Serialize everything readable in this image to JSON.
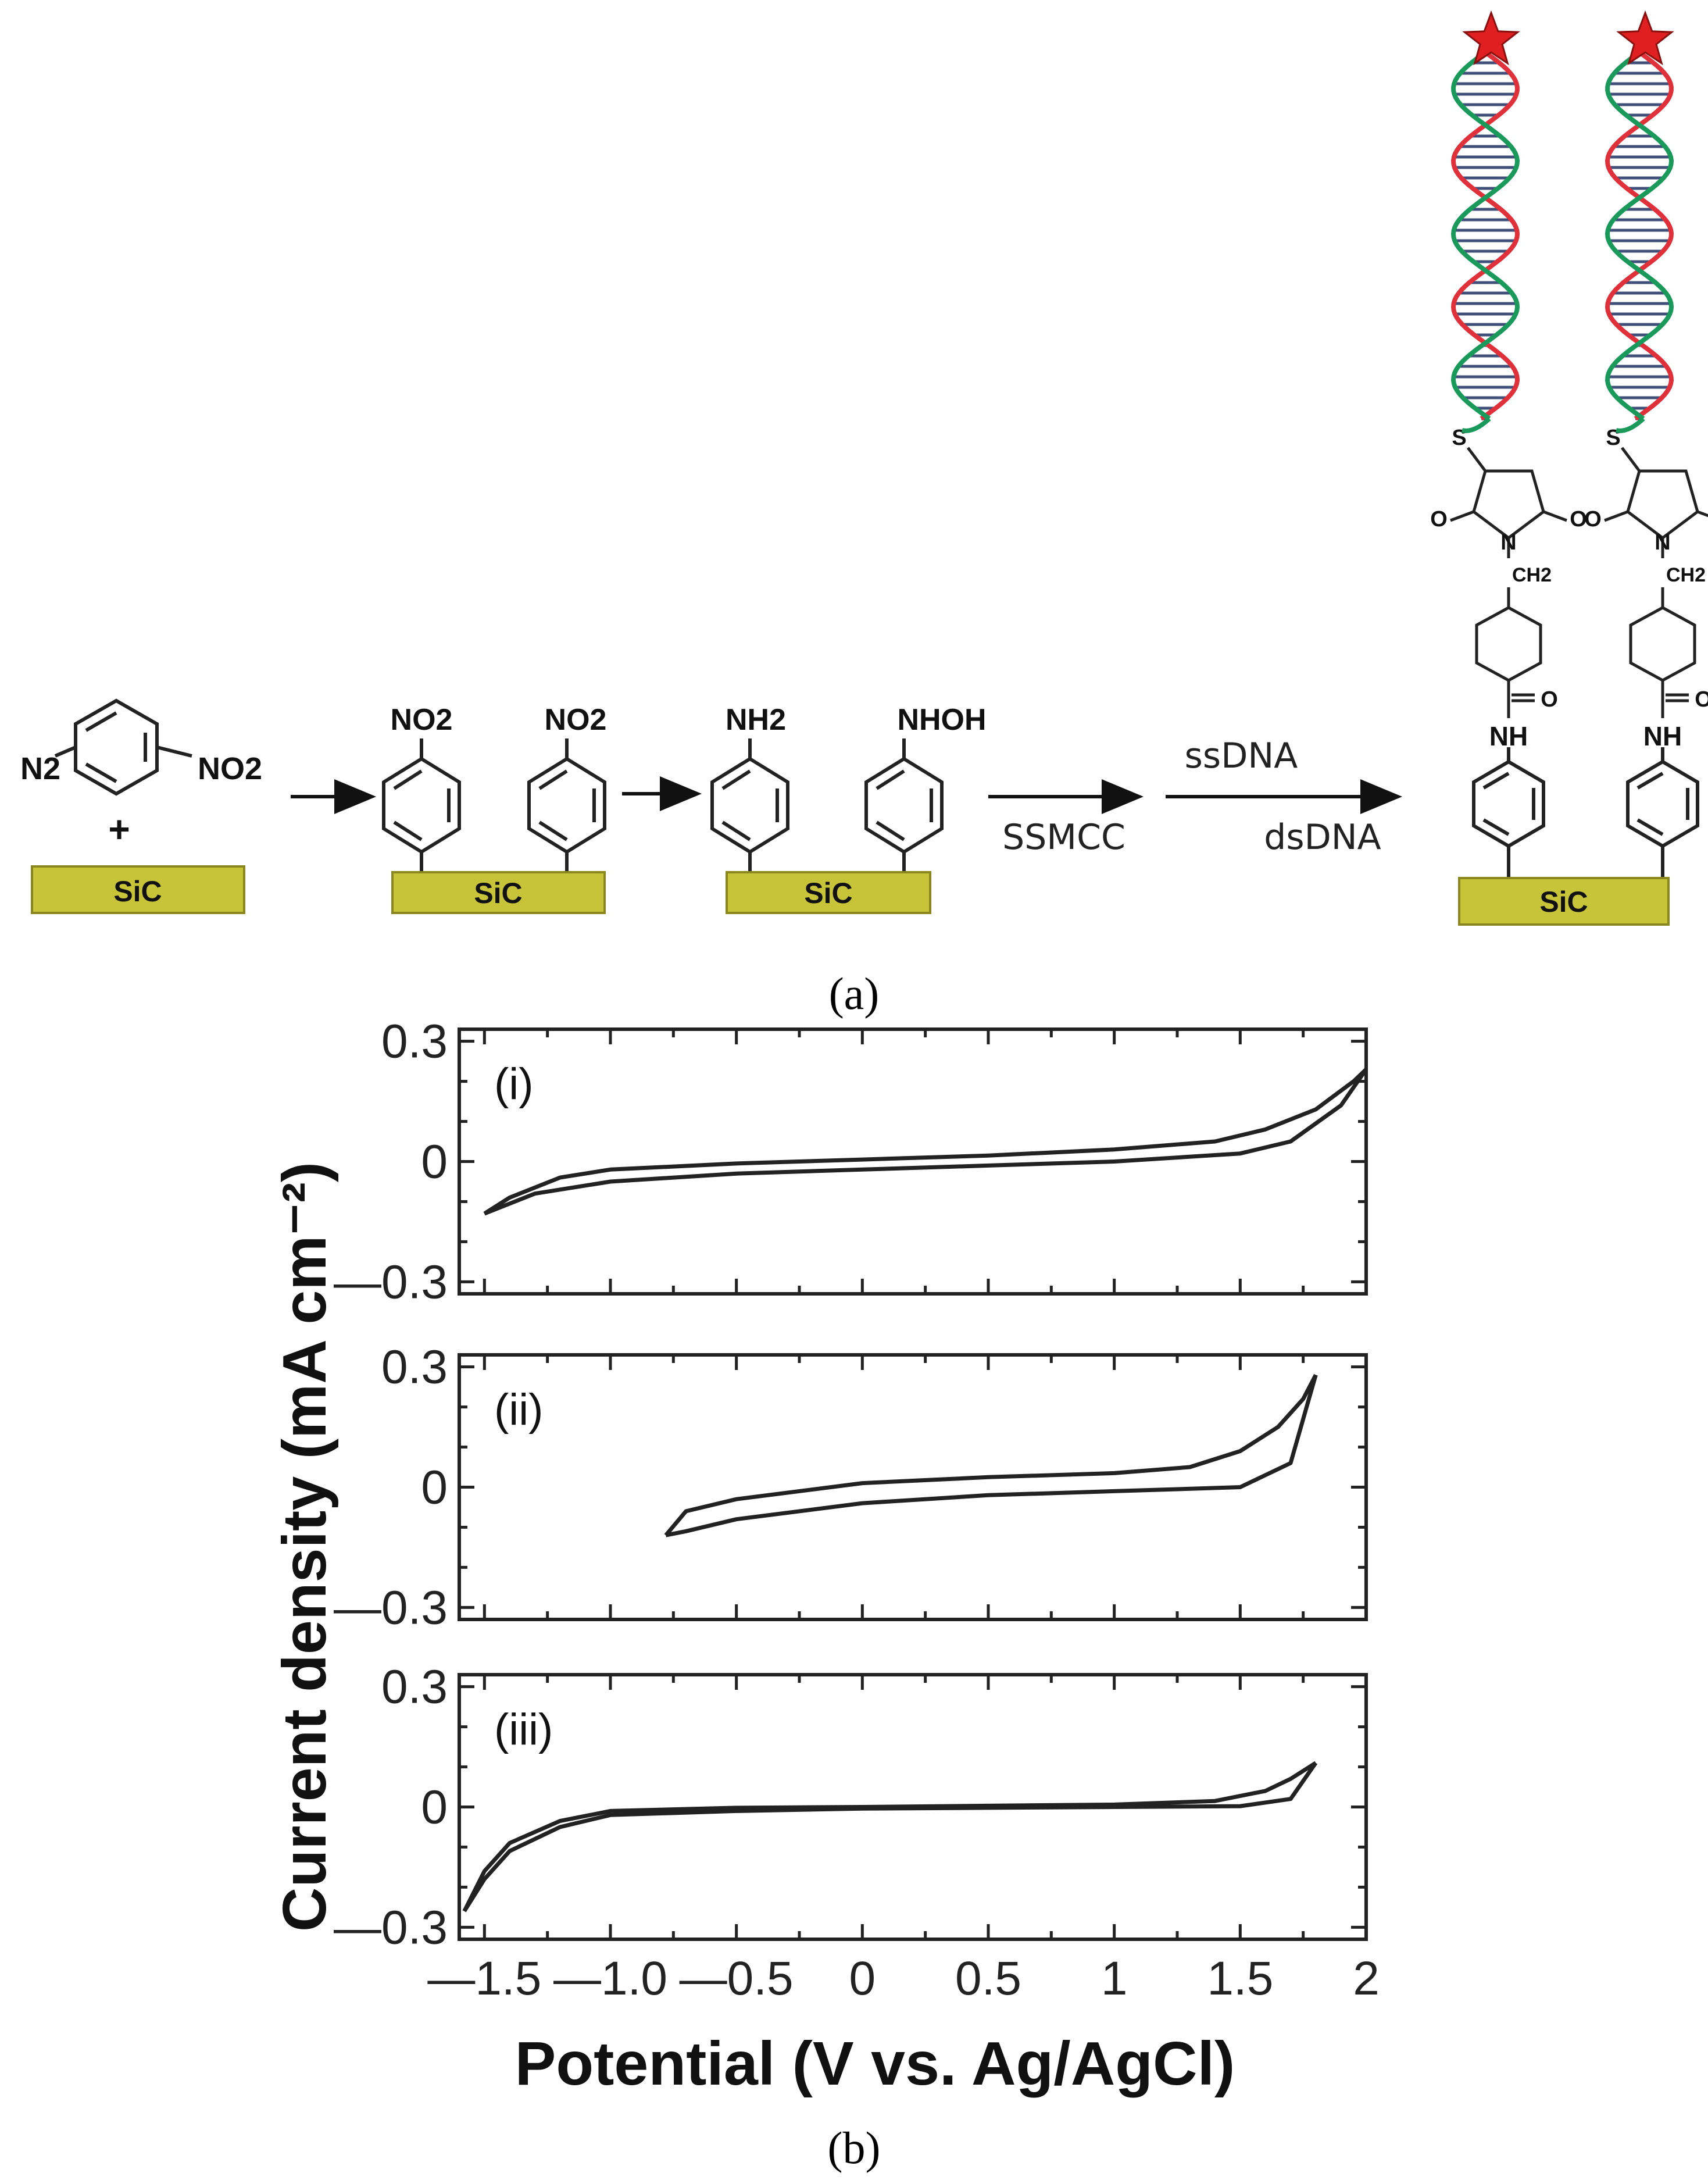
{
  "figure": {
    "panel_a_label": "(a)",
    "panel_b_label": "(b)"
  },
  "scheme": {
    "reagent_diazonium": "N2",
    "reagent_nitro": "NO2",
    "plus": "+",
    "substrate": "SiC",
    "nitro_group": "NO2",
    "amine_group": "NH2",
    "hydroxylamine_group": "NHOH",
    "arrow1_below": "SSMCC",
    "arrow2_above": "ssDNA",
    "arrow2_below": "dsDNA",
    "linker_nh": "NH",
    "linker_s": "S",
    "linker_o": "O",
    "linker_n": "N",
    "linker_ch2": "CH2",
    "colors": {
      "sic": "#c8c43a",
      "sic_edge": "#8a8620",
      "star": "#e02020",
      "strand_red": "#e0303a",
      "strand_green": "#1a9a5a",
      "rung": "#40507a"
    }
  },
  "chart_data": [
    {
      "type": "line",
      "panel": "(i)",
      "ylabel": "Current density (mA cm⁻²)",
      "xlabel": "Potential (V vs. Ag/AgCl)",
      "xlim": [
        -1.6,
        2.0
      ],
      "ylim": [
        -0.33,
        0.33
      ],
      "yticks": [
        "0.3",
        "0",
        "—0.3"
      ],
      "series": [
        {
          "x": [
            -1.5,
            -1.4,
            -1.2,
            -1.0,
            -0.5,
            0,
            0.5,
            1.0,
            1.4,
            1.6,
            1.8,
            1.95,
            2.0
          ],
          "y": [
            -0.13,
            -0.09,
            -0.04,
            -0.02,
            -0.005,
            0.005,
            0.015,
            0.03,
            0.05,
            0.08,
            0.13,
            0.2,
            0.23
          ]
        },
        {
          "x": [
            2.0,
            1.9,
            1.7,
            1.5,
            1.0,
            0.5,
            0,
            -0.5,
            -1.0,
            -1.3,
            -1.5
          ],
          "y": [
            0.23,
            0.14,
            0.05,
            0.02,
            0.0,
            -0.01,
            -0.02,
            -0.03,
            -0.05,
            -0.08,
            -0.13
          ]
        }
      ]
    },
    {
      "type": "line",
      "panel": "(ii)",
      "xlim": [
        -1.6,
        2.0
      ],
      "ylim": [
        -0.33,
        0.33
      ],
      "yticks": [
        "0.3",
        "0",
        "—0.3"
      ],
      "series": [
        {
          "x": [
            -0.78,
            -0.7,
            -0.5,
            0,
            0.5,
            1.0,
            1.3,
            1.5,
            1.65,
            1.75,
            1.8
          ],
          "y": [
            -0.12,
            -0.06,
            -0.03,
            0.01,
            0.025,
            0.035,
            0.05,
            0.09,
            0.15,
            0.22,
            0.28
          ]
        },
        {
          "x": [
            1.8,
            1.7,
            1.5,
            1.0,
            0.5,
            0,
            -0.5,
            -0.7,
            -0.78
          ],
          "y": [
            0.28,
            0.06,
            0.0,
            -0.01,
            -0.02,
            -0.04,
            -0.08,
            -0.11,
            -0.12
          ]
        }
      ]
    },
    {
      "type": "line",
      "panel": "(iii)",
      "xlim": [
        -1.6,
        2.0
      ],
      "ylim": [
        -0.33,
        0.33
      ],
      "yticks": [
        "0.3",
        "0",
        "—0.3"
      ],
      "xticks": [
        "—1.5",
        "—1.0",
        "—0.5",
        "0",
        "0.5",
        "1",
        "1.5",
        "2"
      ],
      "series": [
        {
          "x": [
            -1.58,
            -1.5,
            -1.4,
            -1.2,
            -1.0,
            -0.5,
            0,
            0.5,
            1.0,
            1.4,
            1.6,
            1.7,
            1.8
          ],
          "y": [
            -0.26,
            -0.16,
            -0.09,
            -0.035,
            -0.01,
            -0.002,
            0.0,
            0.003,
            0.006,
            0.015,
            0.04,
            0.07,
            0.11
          ]
        },
        {
          "x": [
            1.8,
            1.7,
            1.5,
            1.0,
            0.5,
            0,
            -0.5,
            -1.0,
            -1.2,
            -1.4,
            -1.5,
            -1.58
          ],
          "y": [
            0.11,
            0.02,
            0.002,
            0.0,
            -0.002,
            -0.004,
            -0.01,
            -0.02,
            -0.05,
            -0.11,
            -0.18,
            -0.26
          ]
        }
      ]
    }
  ]
}
